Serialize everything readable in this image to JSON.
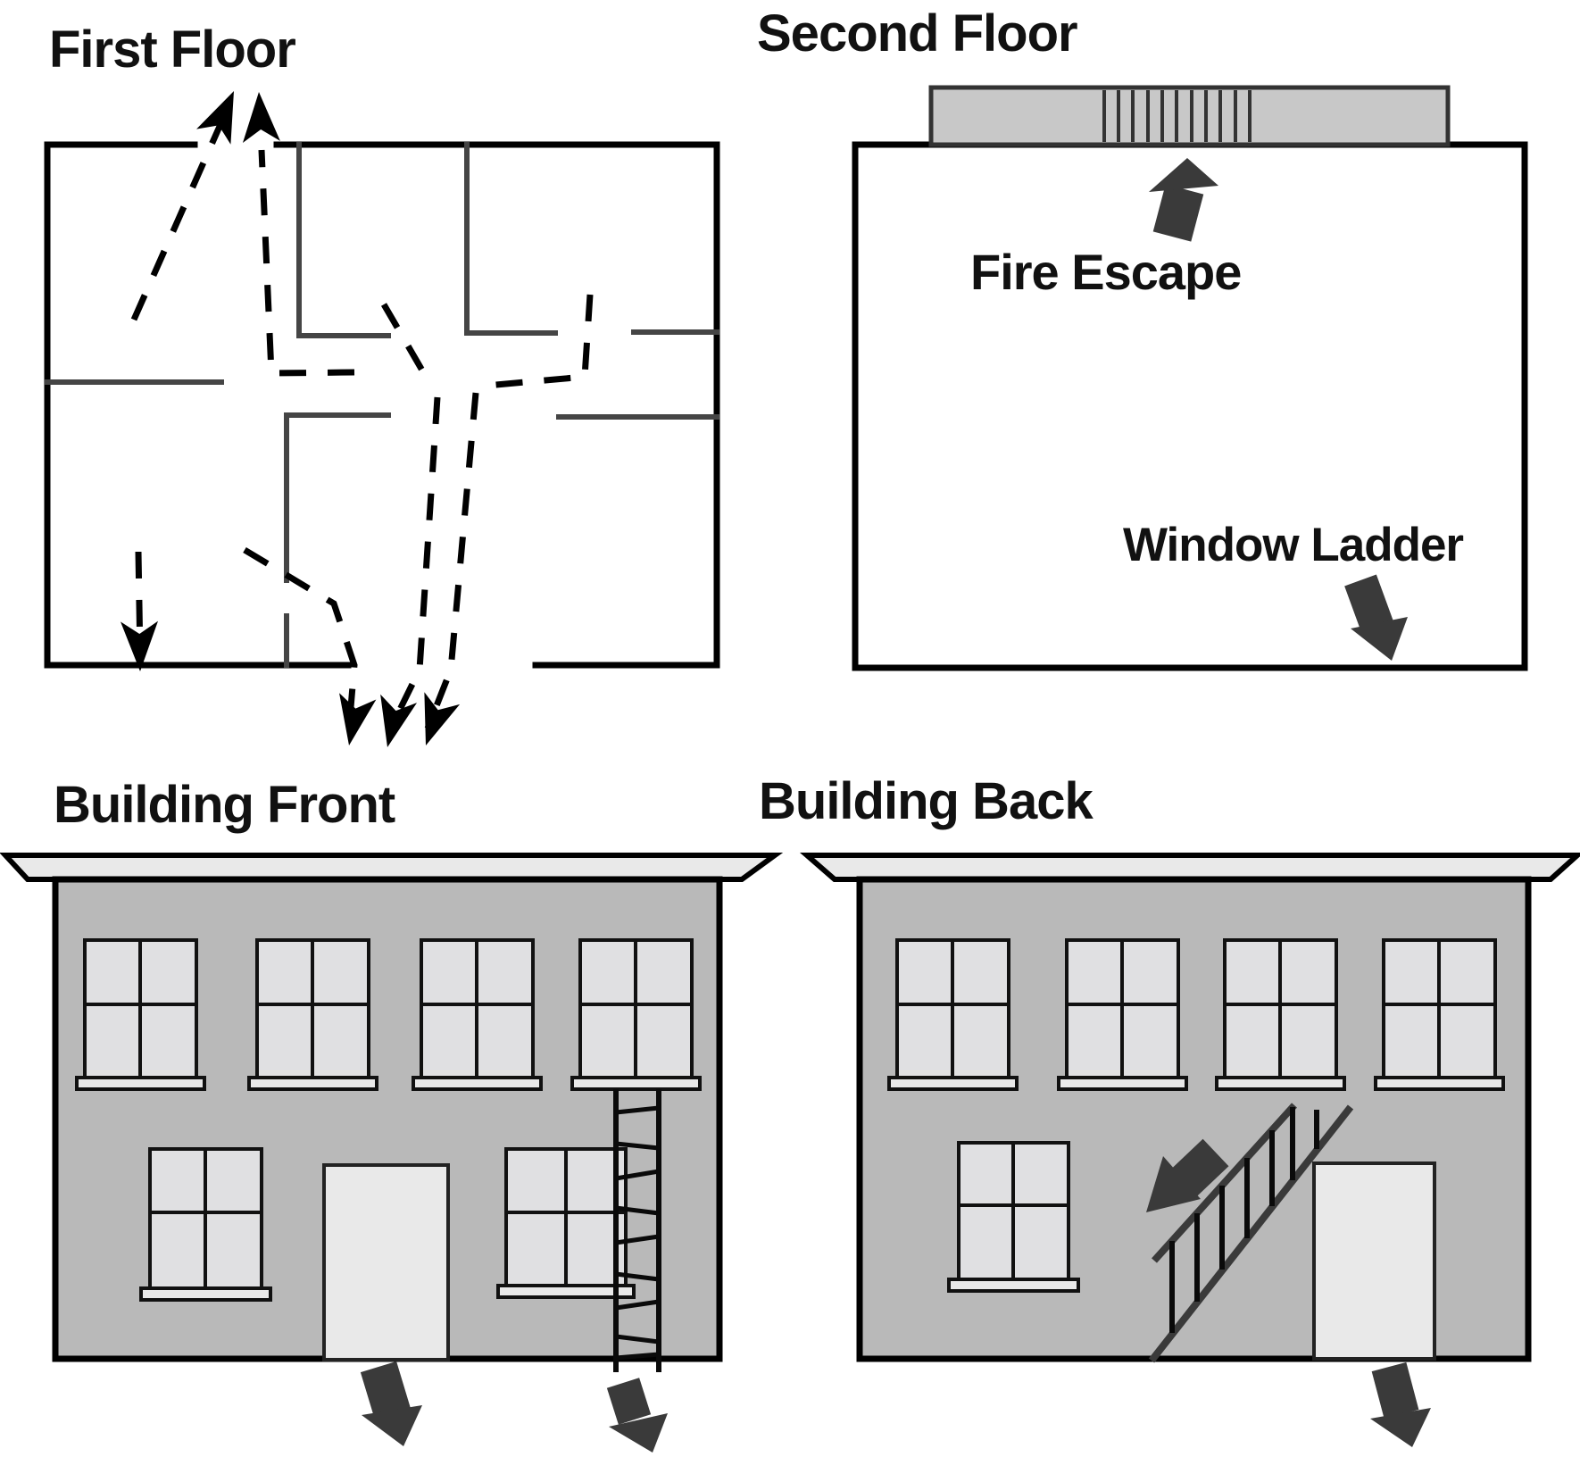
{
  "diagram": {
    "first_floor": {
      "title": "First Floor"
    },
    "second_floor": {
      "title": "Second Floor",
      "fire_escape_label": "Fire Escape",
      "window_ladder_label": "Window Ladder"
    },
    "building_front": {
      "title": "Building Front"
    },
    "building_back": {
      "title": "Building Back"
    }
  },
  "colors": {
    "background": "#ffffff",
    "text": "#111111",
    "outline": "#000000",
    "wall": "#454545",
    "arrow": "#3a3a3a",
    "facade": "#b9b9b9",
    "roof": "#e9e9e9",
    "window": "#e0e0e2",
    "trim": "#e9e9e9",
    "door": "#e9e9e9",
    "balcony_fill": "#c8c8c8",
    "balcony_stroke": "#333333"
  }
}
